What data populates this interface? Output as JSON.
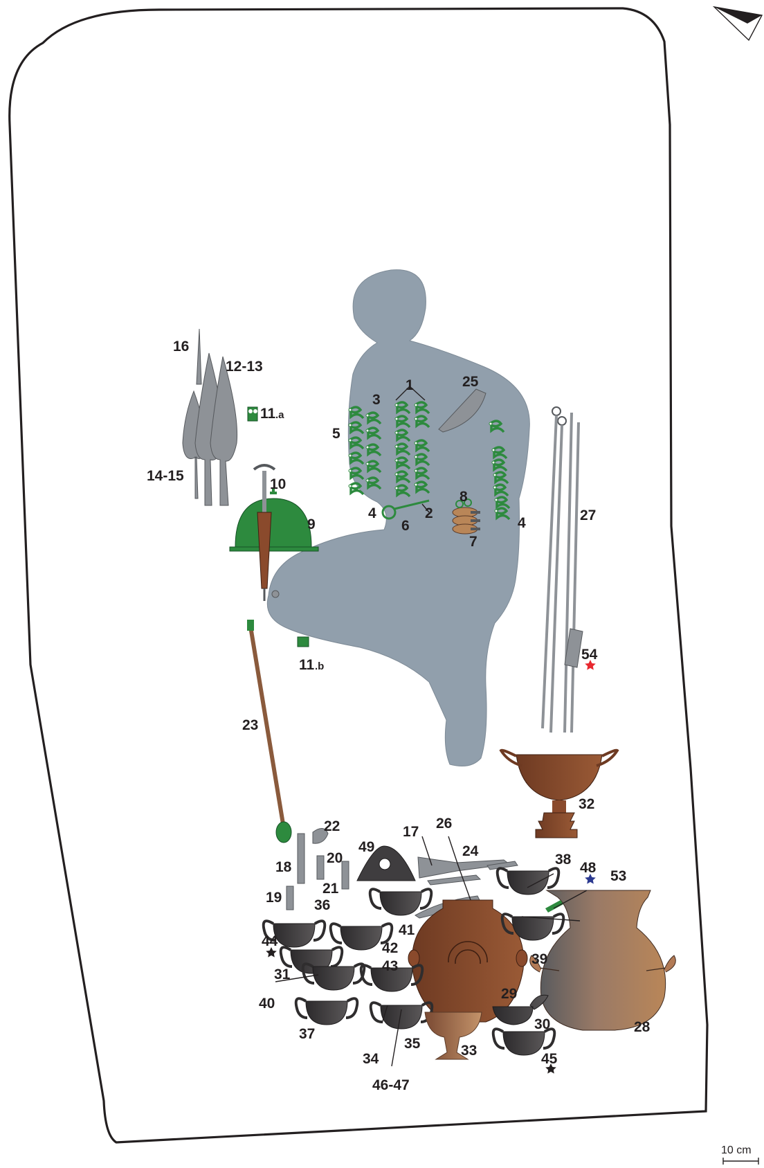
{
  "scale": {
    "label": "10 cm"
  },
  "labels": {
    "l1": "1",
    "l2": "2",
    "l3": "3",
    "l4a": "4",
    "l4b": "4",
    "l5": "5",
    "l6": "6",
    "l7": "7",
    "l8": "8",
    "l9": "9",
    "l10": "10",
    "l11a": "11",
    "l11a_sub": ".a",
    "l11b": "11",
    "l11b_sub": ".b",
    "l12": "12-13",
    "l14": "14-15",
    "l16": "16",
    "l17": "17",
    "l18": "18",
    "l19": "19",
    "l20": "20",
    "l21": "21",
    "l22": "22",
    "l23": "23",
    "l24": "24",
    "l25": "25",
    "l26": "26",
    "l27": "27",
    "l28": "28",
    "l29": "29",
    "l30": "30",
    "l31": "31",
    "l32": "32",
    "l33": "33",
    "l34": "34",
    "l35": "35",
    "l36": "36",
    "l37": "37",
    "l38": "38",
    "l39": "39",
    "l40": "40",
    "l41": "41",
    "l42": "42",
    "l43": "43",
    "l44": "44",
    "l45": "45",
    "l46": "46-47",
    "l48": "48",
    "l49": "49",
    "l53": "53",
    "l54": "54"
  },
  "colors": {
    "body": "#919fac",
    "outline": "#231f20",
    "iron": "#8e9297",
    "bronze": "#2d8a3e",
    "pottery_red": "#8a4a2c",
    "pottery_dark": "#3f3d3f",
    "pithos": "#b27a55",
    "star_red": "#e8282f",
    "star_blue": "#2b3990",
    "star_black": "#231f20"
  }
}
